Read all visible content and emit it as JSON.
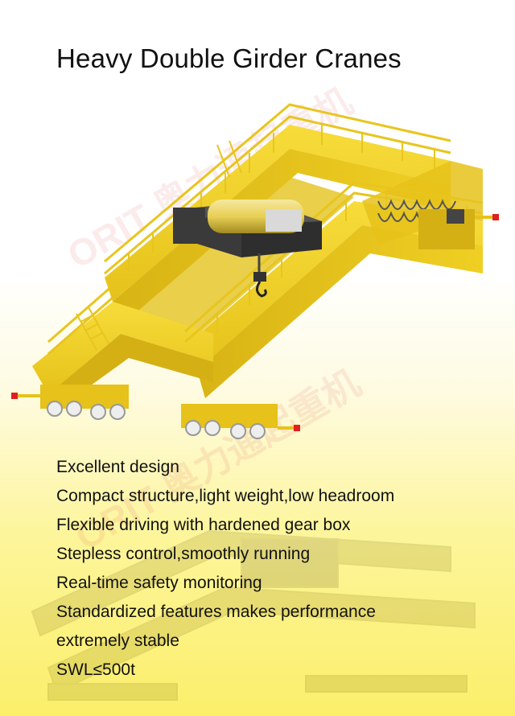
{
  "page": {
    "title": "Heavy Double Girder Cranes",
    "watermark": "ORIT 奥力通起重机",
    "features": [
      "Excellent design",
      "Compact structure,light weight,low headroom",
      "Flexible driving with hardened gear box",
      "Stepless control,smoothly running",
      "Real-time safety monitoring",
      "Standardized features makes performance",
      "extremely stable",
      "SWL≤500t"
    ]
  },
  "colors": {
    "crane_yellow": "#f2cf1f",
    "crane_shadow": "#c9a60f",
    "trolley_dark": "#3a3a3a",
    "bumper_red": "#e02020"
  },
  "icons": {
    "crane_image": "double-girder-crane-illustration"
  }
}
